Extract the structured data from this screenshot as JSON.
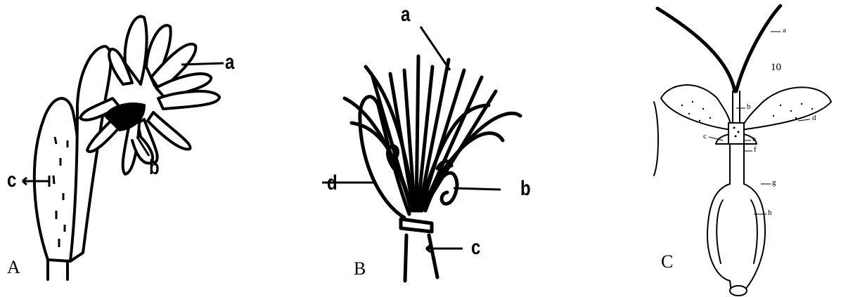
{
  "panels": [
    {
      "id": "A",
      "label": "A",
      "parts": [
        "a",
        "b",
        "c"
      ]
    },
    {
      "id": "B",
      "label": "B",
      "parts": [
        "a",
        "b",
        "c",
        "d"
      ]
    },
    {
      "id": "C",
      "label": "C",
      "figure_number": "10",
      "parts": [
        "a",
        "b",
        "c",
        "d",
        "e",
        "f",
        "g",
        "h"
      ]
    }
  ],
  "colors": {
    "ink": "#000000",
    "background": "#ffffff"
  }
}
